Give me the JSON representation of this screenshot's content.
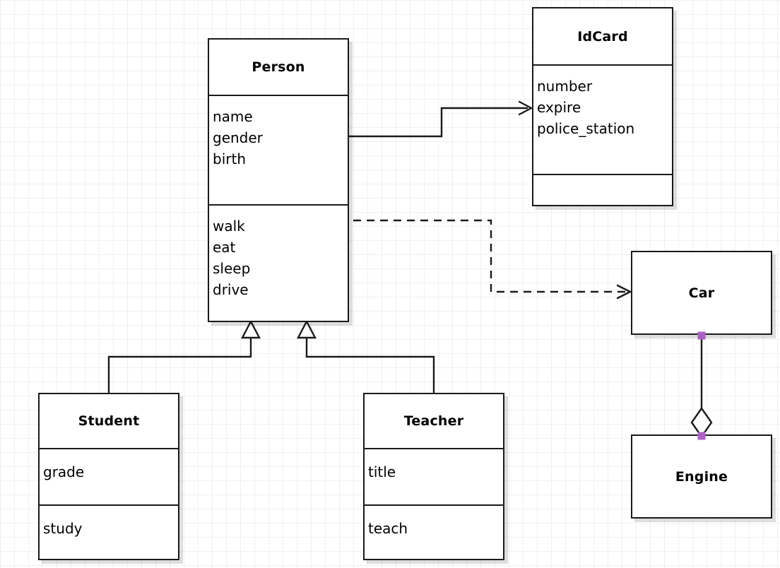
{
  "diagram": {
    "kind": "uml-class-diagram",
    "background": "#ffffff",
    "grid_color": "#f0f0f0",
    "grid_size": 20,
    "line_color": "#1a1a1a",
    "handle_color": "#ab62c2",
    "shadow_color": "rgba(0,0,0,0.13)"
  },
  "classes": {
    "person": {
      "name": "Person",
      "attributes": [
        "name",
        "gender",
        "birth"
      ],
      "methods": [
        "walk",
        "eat",
        "sleep",
        "drive"
      ]
    },
    "idcard": {
      "name": "IdCard",
      "attributes": [
        "number",
        "expire",
        "police_station"
      ],
      "methods": []
    },
    "student": {
      "name": "Student",
      "attributes": [
        "grade"
      ],
      "methods": [
        "study"
      ]
    },
    "teacher": {
      "name": "Teacher",
      "attributes": [
        "title"
      ],
      "methods": [
        "teach"
      ]
    },
    "car": {
      "name": "Car",
      "attributes": [],
      "methods": []
    },
    "engine": {
      "name": "Engine",
      "attributes": [],
      "methods": []
    }
  },
  "relationships": [
    {
      "id": "person-idcard",
      "type": "association",
      "from": "Person",
      "to": "IdCard",
      "line": "solid",
      "arrow": "open-arrow"
    },
    {
      "id": "person-car",
      "type": "dependency",
      "from": "Person",
      "to": "Car",
      "line": "dashed",
      "arrow": "open-arrow"
    },
    {
      "id": "student-person",
      "type": "generalization",
      "from": "Student",
      "to": "Person",
      "line": "solid",
      "arrow": "hollow-triangle"
    },
    {
      "id": "teacher-person",
      "type": "generalization",
      "from": "Teacher",
      "to": "Person",
      "line": "solid",
      "arrow": "hollow-triangle"
    },
    {
      "id": "car-engine",
      "type": "aggregation",
      "from": "Car",
      "to": "Engine",
      "line": "solid",
      "arrow": "hollow-diamond"
    }
  ]
}
